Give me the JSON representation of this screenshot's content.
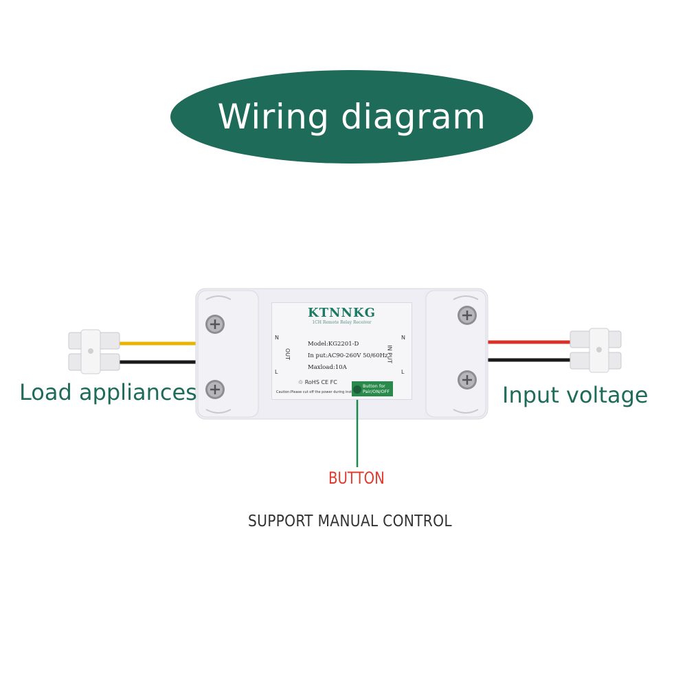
{
  "title": "Wiring diagram",
  "labels": {
    "load": "Load appliances",
    "input": "Input voltage",
    "button": "BUTTON",
    "support": "SUPPORT MANUAL CONTROL"
  },
  "device": {
    "brand": "KTNNKG",
    "subtitle": "1CH Remote Relay Receiver",
    "model": "Model:KG2201-D",
    "input_spec": "In put:AC90-260V 50/60Hz",
    "maxload": "Maxload:10A",
    "out_label": "OUT",
    "in_label": "IN PUT",
    "n_letter": "N",
    "l_letter": "L",
    "certs": "♲  RoHS  CE  FC",
    "caution": "Caution:Please cut off the power during installation",
    "button_badge": "Button for Pair/ON/OFF"
  },
  "colors": {
    "accent": "#1f6b5a",
    "button_text": "#e03a2f",
    "wire_yellow": "#e8b400",
    "wire_red": "#d9302a",
    "wire_black": "#1a1a1a"
  }
}
